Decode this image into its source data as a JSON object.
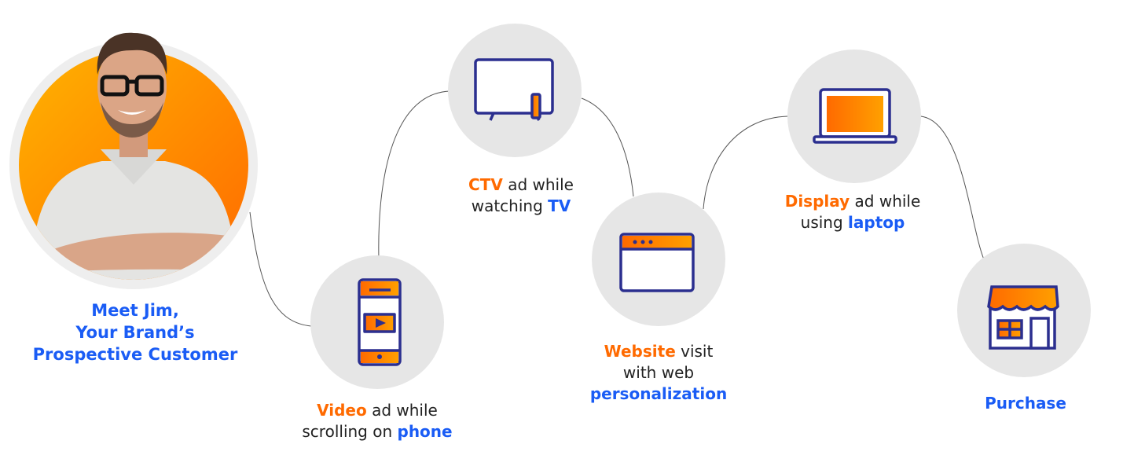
{
  "colors": {
    "orange": "#ff6a00",
    "blue": "#1a5cf5",
    "navy": "#2b2f8f",
    "circle": "#e6e6e6"
  },
  "persona": {
    "line1": "Meet Jim,",
    "line2": "Your Brand’s",
    "line3": "Prospective Customer"
  },
  "steps": [
    {
      "icon": "phone-icon",
      "highlight": "Video",
      "text1": " ad while",
      "text2": "scrolling on ",
      "device": "phone"
    },
    {
      "icon": "tv-icon",
      "highlight": "CTV",
      "text1": " ad while",
      "text2": "watching ",
      "device": "TV"
    },
    {
      "icon": "browser-window-icon",
      "highlight": "Website",
      "text1": " visit",
      "text2": "with web",
      "device": "personalization"
    },
    {
      "icon": "laptop-icon",
      "highlight": "Display",
      "text1": " ad while",
      "text2": "using ",
      "device": "laptop"
    },
    {
      "icon": "storefront-icon",
      "device": "Purchase"
    }
  ]
}
